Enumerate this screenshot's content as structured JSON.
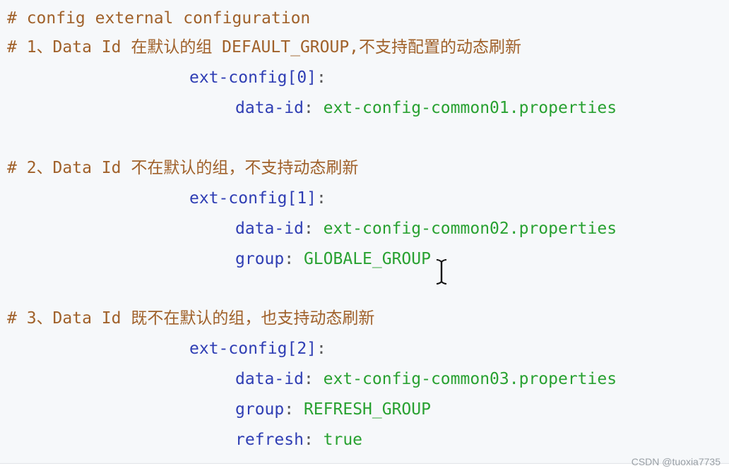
{
  "code": {
    "line1": "# config external configuration",
    "line2": "# 1、Data Id 在默认的组 DEFAULT_GROUP,不支持配置的动态刷新",
    "line3_key": "ext-config[0]",
    "line3_colon": ":",
    "line4_key": "data-id",
    "line4_colon": ": ",
    "line4_val": "ext-config-common01.properties",
    "line6": "# 2、Data Id 不在默认的组，不支持动态刷新",
    "line7_key": "ext-config[1]",
    "line7_colon": ":",
    "line8_key": "data-id",
    "line8_colon": ": ",
    "line8_val": "ext-config-common02.properties",
    "line9_key": "group",
    "line9_colon": ": ",
    "line9_val": "GLOBALE_GROUP",
    "line11": "# 3、Data Id 既不在默认的组，也支持动态刷新",
    "line12_key": "ext-config[2]",
    "line12_colon": ":",
    "line13_key": "data-id",
    "line13_colon": ": ",
    "line13_val": "ext-config-common03.properties",
    "line14_key": "group",
    "line14_colon": ": ",
    "line14_val": "REFRESH_GROUP",
    "line15_key": "refresh",
    "line15_colon": ": ",
    "line15_val": "true"
  },
  "watermark": "CSDN @tuoxia7735",
  "colors": {
    "background": "#f6f8fa",
    "comment": "#a0612a",
    "key": "#2f3eb4",
    "value": "#28a131"
  },
  "icons": {
    "cursor": "text-cursor-icon"
  }
}
